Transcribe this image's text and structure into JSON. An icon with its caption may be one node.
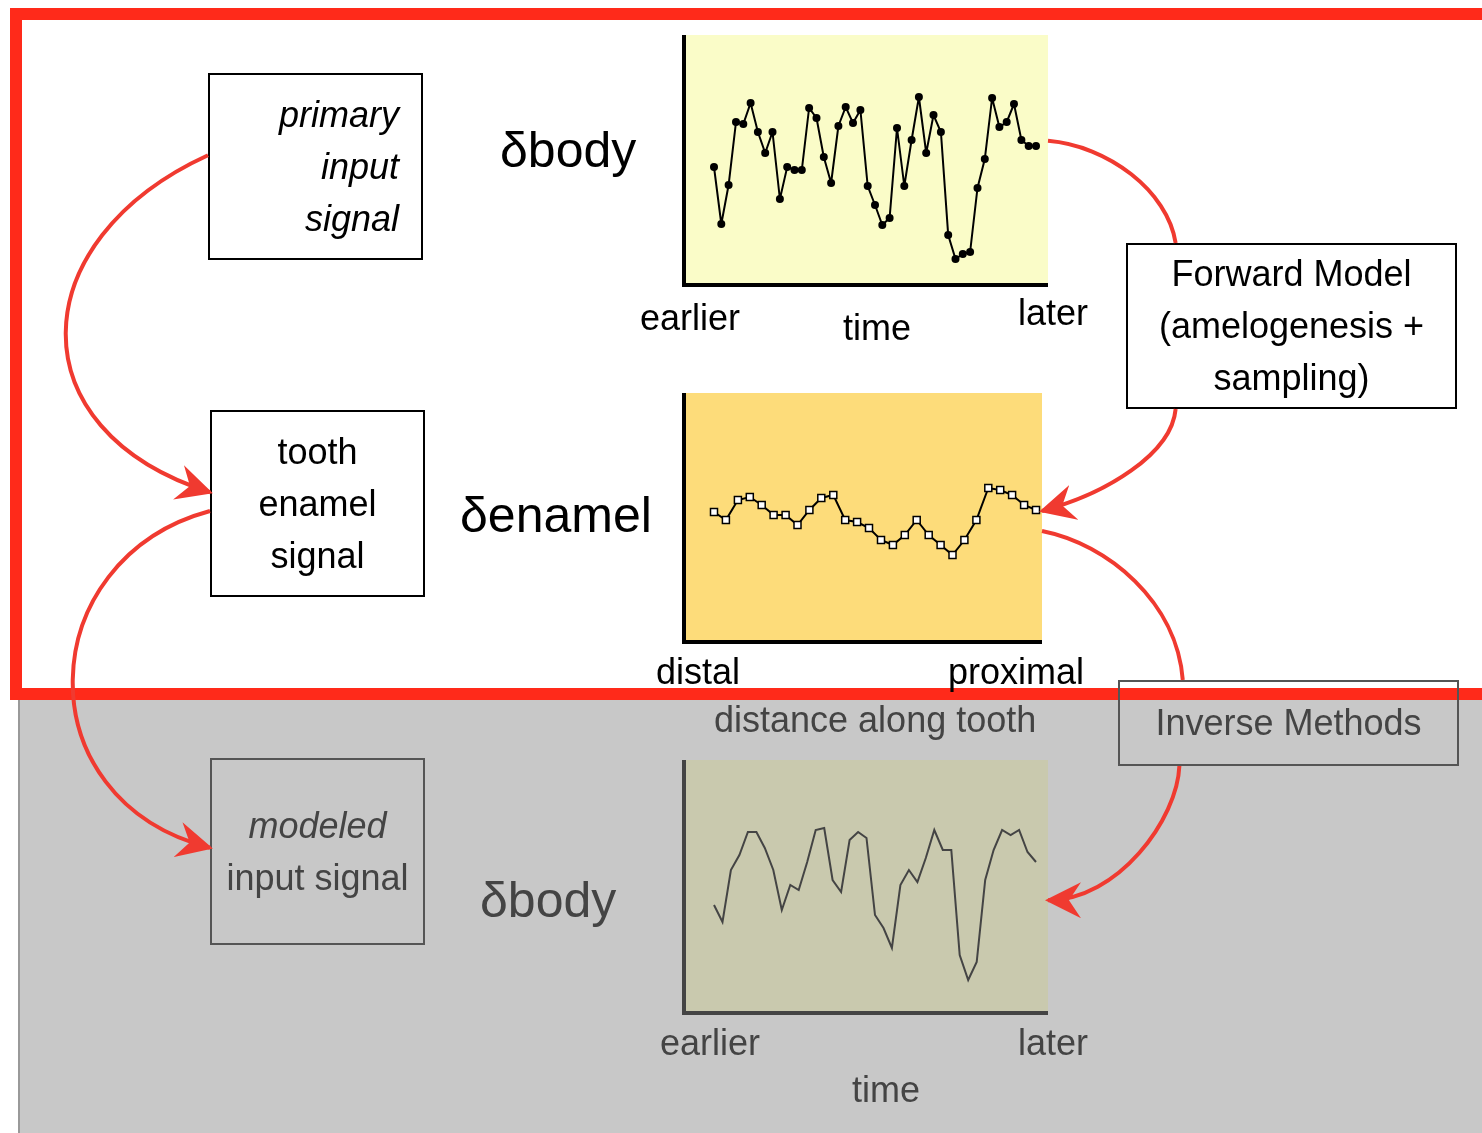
{
  "diagram": {
    "nodes": [
      {
        "text": [
          "primary input signal"
        ]
      },
      {
        "text": [
          "tooth enamel signal"
        ]
      },
      {
        "text": [
          "*modeled* input signal"
        ]
      },
      {
        "text": [
          "Forward Model (amelogenesis + sampling)"
        ]
      },
      {
        "text": [
          "Inverse Methods"
        ]
      },
      {
        "text": [],
        "shape": "picture",
        "beside": [
          "δbody"
        ]
      },
      {
        "text": [],
        "shape": "picture",
        "beside": [
          "δenamel"
        ]
      },
      {
        "text": [],
        "shape": "picture",
        "beside": [
          "δbody"
        ]
      }
    ],
    "edges": [
      {
        "from": 0,
        "to": 1,
        "arrow": "to"
      },
      {
        "from": 1,
        "to": 2,
        "arrow": "to"
      },
      {
        "from": 5,
        "to": 3,
        "arrow": "none"
      },
      {
        "from": 3,
        "to": 6,
        "arrow": "to"
      },
      {
        "from": 6,
        "to": 4,
        "arrow": "none"
      },
      {
        "from": 4,
        "to": 7,
        "arrow": "to"
      }
    ],
    "labels": [
      "earlier",
      "time",
      "later",
      "distal",
      "proximal",
      "distance along tooth",
      "earlier",
      "later",
      "time"
    ]
  }
}
